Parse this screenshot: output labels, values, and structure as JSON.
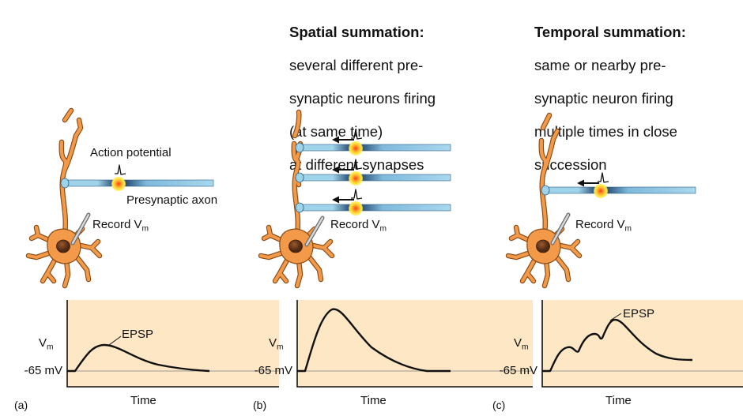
{
  "panels": [
    {
      "letter": "(a)",
      "labels": [
        "Action potential",
        "Presynaptic axon"
      ],
      "record": {
        "text": "Record V",
        "sub": "m"
      },
      "graph": {
        "ylabel": "V",
        "ylabel_sub": "m",
        "baseline": "-65 mV",
        "xlabel": "Time",
        "annotation": "EPSP"
      }
    },
    {
      "letter": "(b)",
      "heading": {
        "title": "Spatial summation:",
        "lines": [
          "several different pre-",
          "synaptic neurons firing",
          "(at same time)",
          "at different synapses"
        ]
      },
      "record": {
        "text": "Record V",
        "sub": "m"
      },
      "graph": {
        "ylabel": "V",
        "ylabel_sub": "m",
        "baseline": "-65 mV",
        "xlabel": "Time"
      }
    },
    {
      "letter": "(c)",
      "heading": {
        "title": "Temporal summation:",
        "lines": [
          "same or nearby pre-",
          "synaptic neuron firing",
          "multiple times in close",
          "succession"
        ]
      },
      "record": {
        "text": "Record V",
        "sub": "m"
      },
      "graph": {
        "ylabel": "V",
        "ylabel_sub": "m",
        "baseline": "-65 mV",
        "xlabel": "Time",
        "annotation": "EPSP"
      }
    }
  ],
  "colors": {
    "neuron": "#f29a4a",
    "neuron_outline": "#8a4a14",
    "nucleus": "#6b3a1e",
    "axon_light": "#9fd3ea",
    "axon_dark": "#0c2a55",
    "synapse_glow": "#ffe94a",
    "graph_bg": "#fde7c4",
    "arrow": "#111111"
  },
  "icons": [
    "neuron-icon",
    "recording-electrode-icon",
    "action-potential-spike-icon",
    "left-arrow-icon"
  ]
}
